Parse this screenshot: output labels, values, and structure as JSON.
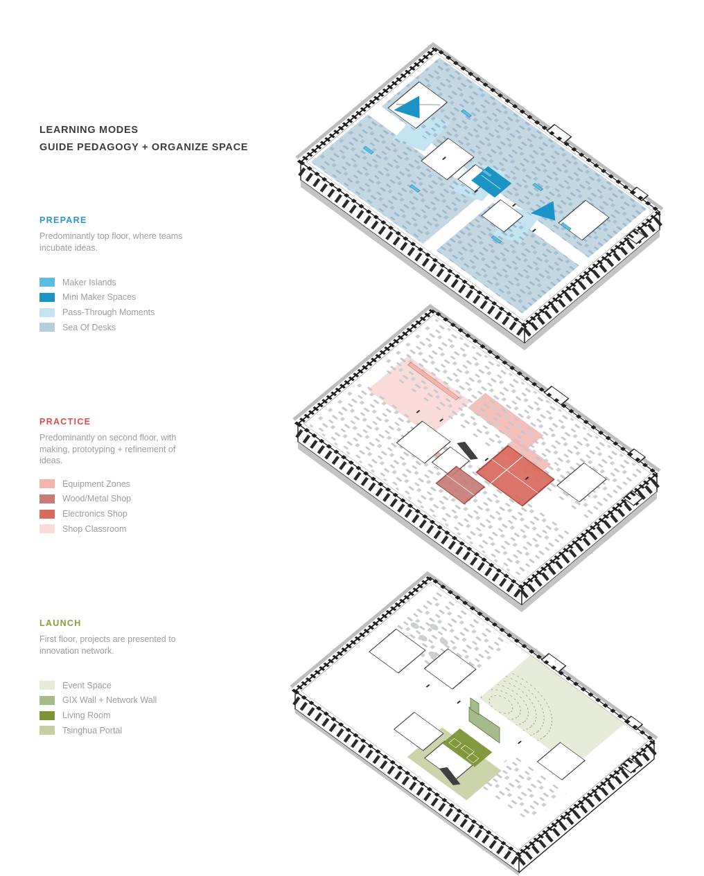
{
  "title": {
    "line1": "LEARNING MODES",
    "line2": "GUIDE PEDAGOGY + ORGANIZE SPACE"
  },
  "sections": [
    {
      "heading": "PREPARE",
      "heading_color": "#2997c5",
      "description": "Predominantly top floor, where teams incubate ideas.",
      "legend": [
        {
          "label": "Maker Islands",
          "color": "#58bfe2"
        },
        {
          "label": "Mini Maker Spaces",
          "color": "#1b93c4"
        },
        {
          "label": "Pass-Through Moments",
          "color": "#c3e5f2"
        },
        {
          "label": "Sea Of Desks",
          "color": "#b5cedd"
        }
      ]
    },
    {
      "heading": "PRACTICE",
      "heading_color": "#e24a4a",
      "description": "Predominantly on second floor, with making, prototyping + refinement of ideas.",
      "legend": [
        {
          "label": "Equipment Zones",
          "color": "#f3b5ae"
        },
        {
          "label": "Wood/Metal Shop",
          "color": "#c87c77"
        },
        {
          "label": "Electronics Shop",
          "color": "#d96a5e"
        },
        {
          "label": "Shop Classroom",
          "color": "#f9dcda"
        }
      ]
    },
    {
      "heading": "LAUNCH",
      "heading_color": "#8b9b3f",
      "description": "First floor, projects are presented to innovation network.",
      "legend": [
        {
          "label": "Event Space",
          "color": "#e7ecd8"
        },
        {
          "label": "GIX Wall + Network Wall",
          "color": "#a5bb89"
        },
        {
          "label": "Living Room",
          "color": "#7c9334"
        },
        {
          "label": "Tsinghua Portal",
          "color": "#c5cfa2"
        }
      ]
    }
  ]
}
